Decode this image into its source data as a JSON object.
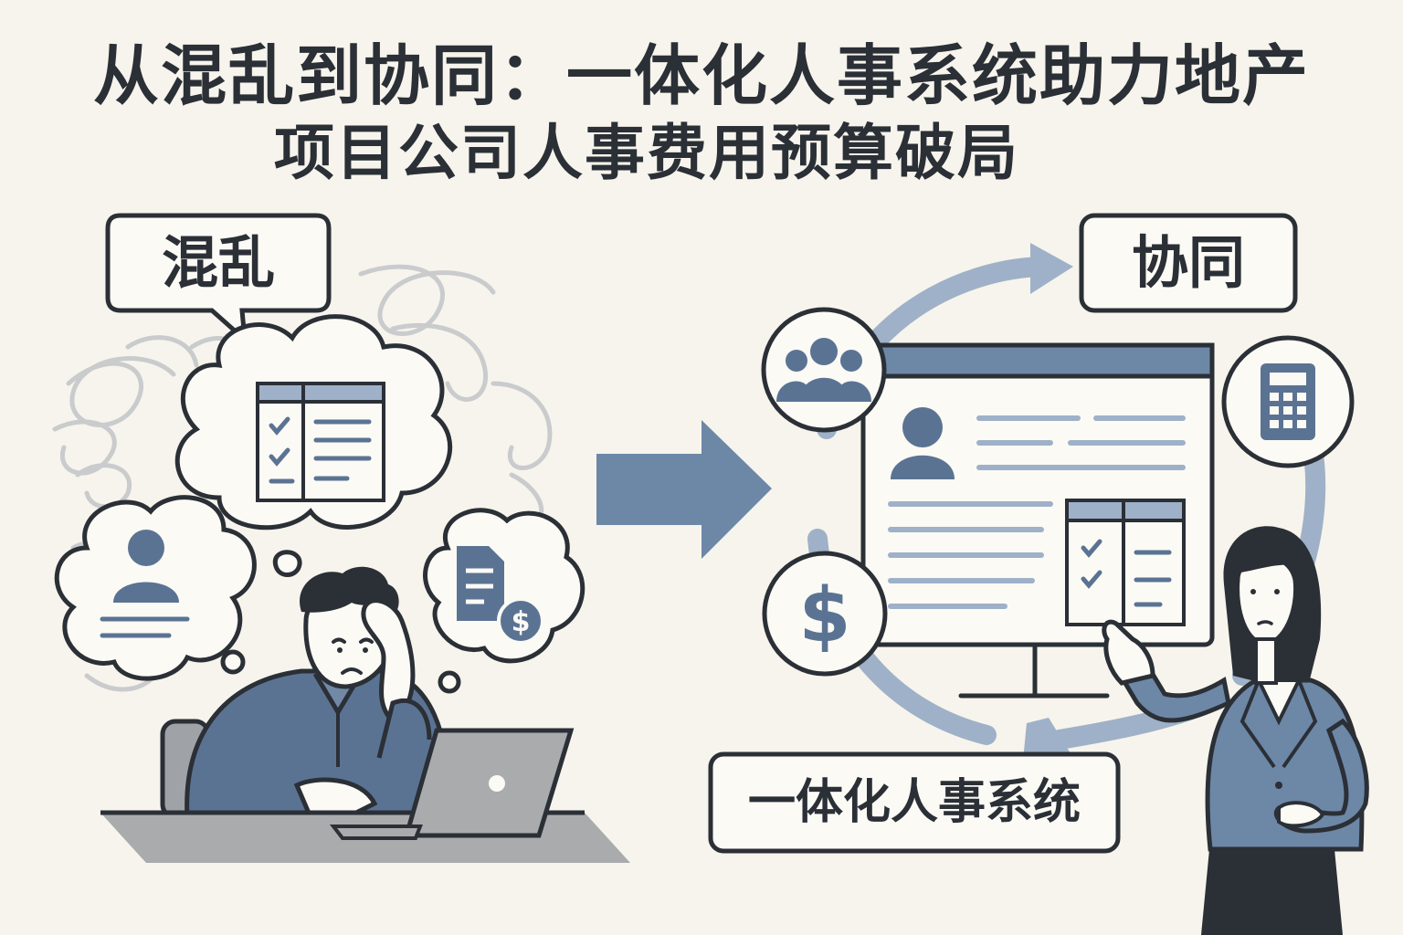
{
  "title": {
    "line1": "从混乱到协同：一体化人事系统助力地产",
    "line2": "项目公司人事费用预算破局"
  },
  "left_panel": {
    "label": "混乱"
  },
  "right_panel": {
    "label": "协同",
    "system_label": "一体化人事系统"
  },
  "icons": {
    "chaos_thoughts": [
      "checklist-table-icon",
      "person-profile-icon",
      "document-dollar-icon"
    ],
    "sync_circle": [
      "people-group-icon",
      "calculator-icon",
      "dollar-sign-icon"
    ]
  },
  "colors": {
    "background": "#f6f4ec",
    "ink": "#2b2f36",
    "accent_blue": "#5b7393",
    "light_blue": "#9fb1c8",
    "gray": "#a9abad"
  }
}
